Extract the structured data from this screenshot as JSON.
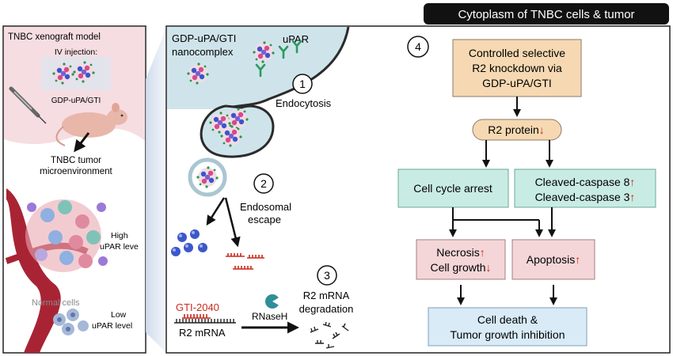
{
  "header": {
    "title": "Cytoplasm of TNBC cells & tumor"
  },
  "left_panel": {
    "title": "TNBC xenograft model",
    "injection_label": "IV injection:",
    "nanocomplex_label": "GDP-uPA/GTI",
    "tumor_env_line1": "TNBC tumor",
    "tumor_env_line2": "microenvironment",
    "high_line1": "High",
    "high_line2": "uPAR leve",
    "normal_cells": "Normal cells",
    "low_line1": "Low",
    "low_line2": "uPAR level"
  },
  "middle_panel": {
    "nanocomplex_line1": "GDP-uPA/GTI",
    "nanocomplex_line2": "nanocomplex",
    "upar": "uPAR",
    "step1_num": "1",
    "step1_label": "Endocytosis",
    "step2_num": "2",
    "step2_line1": "Endosomal",
    "step2_line2": "escape",
    "step3_num": "3",
    "step3_line1": "R2 mRNA",
    "step3_line2": "degradation",
    "gti": "GTI-2040",
    "rnaseh": "RNaseH",
    "r2mrna": "R2 mRNA"
  },
  "flow": {
    "step4_num": "4",
    "controlled_line1": "Controlled selective",
    "controlled_line2": "R2 knockdown via",
    "controlled_line3": "GDP-uPA/GTI",
    "r2_protein": "R2 protein",
    "down_arrow": "↓",
    "up_arrow": "↑",
    "cell_cycle": "Cell cycle arrest",
    "caspase8": "Cleaved-caspase 8",
    "caspase3": "Cleaved-caspase 3",
    "necrosis": "Necrosis",
    "cell_growth": "Cell growth",
    "apoptosis": "Apoptosis",
    "death_line1": "Cell death &",
    "death_line2": "Tumor growth inhibition"
  },
  "colors": {
    "endosome_fill": "#cfe4ea",
    "orange_box": "#f6d9b2",
    "green_box": "#c8ece3",
    "pink_box": "#f4d6d8",
    "blue_box": "#d9ebf7",
    "arrow_red": "#d22020",
    "gti_red": "#cc2a1f"
  }
}
